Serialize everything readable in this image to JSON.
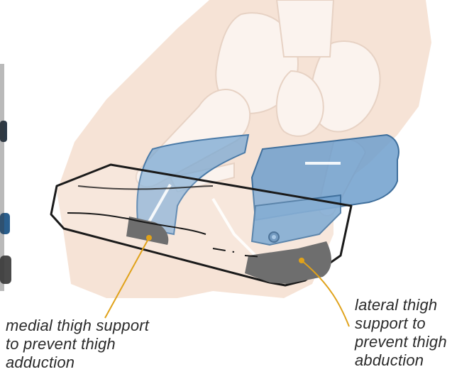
{
  "labels": {
    "medial": {
      "lines": [
        "medial thigh support",
        "to prevent thigh",
        "adduction"
      ]
    },
    "lateral": {
      "lines": [
        "lateral thigh",
        "support to",
        "prevent thigh",
        "abduction"
      ]
    }
  },
  "colors": {
    "skin": "#f6e3d6",
    "bone_outline": "#ffffff",
    "support_blue": "#6f9fcc",
    "support_blue_dark": "#3f6f9c",
    "cushion_outline": "#1a1a1a",
    "cushion_shadow": "#6e6e6e",
    "leader_line": "#e0a21a"
  }
}
